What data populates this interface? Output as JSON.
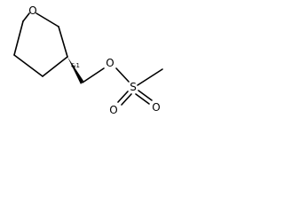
{
  "structure": {
    "atoms": {
      "ring_oxygen": "O",
      "ether_oxygen": "O",
      "sulfur": "S",
      "sulfonyl_oxygen_top": "O",
      "sulfonyl_oxygen_bottom": "O"
    },
    "stereo_tag": "&1"
  },
  "colors": {
    "ink": "#000000",
    "background": "#ffffff"
  }
}
